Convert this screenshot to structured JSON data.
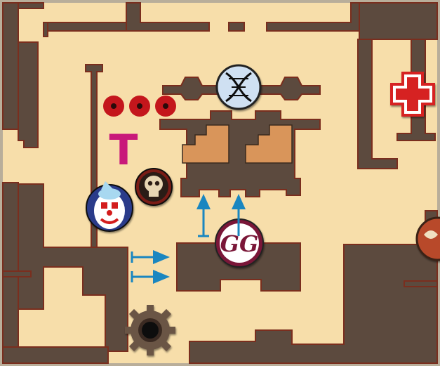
{
  "board": {
    "floor_color": "#f7deaa",
    "wall_color": "#5c4a3e",
    "wall_edge_color": "#7a2e1e",
    "frame_color": "#b9ae9a"
  },
  "tokens": {
    "dna": {
      "icon": "dna-helix-icon",
      "fill": "#cfe0f2"
    },
    "medkit": {
      "icon": "red-cross-icon",
      "fill": "#d62020"
    },
    "skull": {
      "icon": "skull-icon",
      "fill": "#7a1a12"
    },
    "clown": {
      "icon": "clown-face-icon",
      "fill": "#2a3a8a"
    },
    "gg": {
      "text": "GG",
      "icon": "gg-monogram-icon",
      "fill": "#7a1838"
    },
    "letter_t": {
      "text": "T",
      "fill": "#c8197a"
    },
    "gear": {
      "icon": "gear-icon",
      "fill": "#6a5544"
    },
    "partial_token": {
      "icon": "partial-token-icon",
      "fill": "#b84a2a"
    }
  },
  "markers": {
    "red_dot_count": 3,
    "red_dot_color": "#c4161c",
    "arrow_color": "#1a86c0",
    "stair_color": "#d9955a"
  }
}
